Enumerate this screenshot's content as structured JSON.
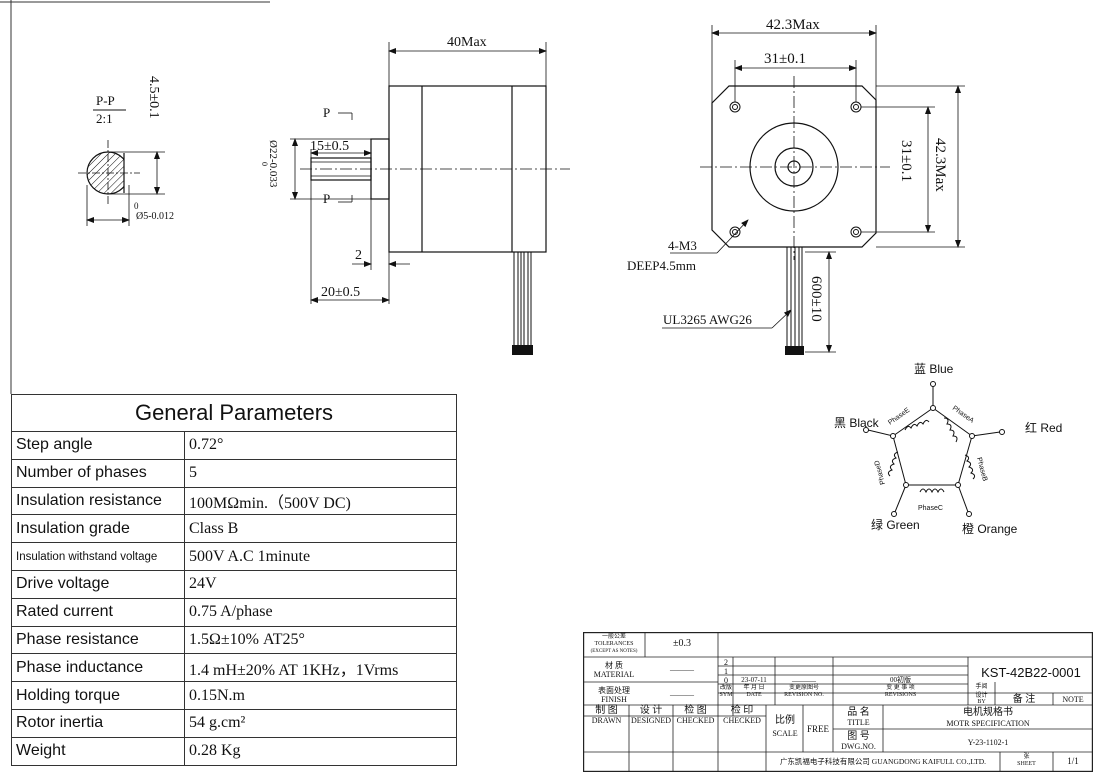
{
  "drawing": {
    "section": {
      "label": "P-P",
      "scale": "2:1",
      "flat_dim": "4.5±0.1",
      "dia_tol": "0",
      "dia_dim": "Ø5-0.012"
    },
    "side": {
      "body_len": "40Max",
      "shaft_len": "15±0.5",
      "pilot_dia": "Ø22-0.033",
      "pilot_tol": "0",
      "pilot_h": "2",
      "shaft_total": "20±0.5",
      "cut_p": "P"
    },
    "front": {
      "width": "42.3Max",
      "hole_spacing": "31±0.1",
      "hole_spacing_v": "31±0.1",
      "height": "42.3Max",
      "thread": "4-M3",
      "depth": "DEEP4.5mm",
      "cable": "UL3265 AWG26",
      "lead_len": "600±10"
    },
    "wiring": {
      "blue": "蓝 Blue",
      "red": "红 Red",
      "black": "黑 Black",
      "green": "绿 Green",
      "orange": "橙 Orange",
      "phaseA": "PhaseA",
      "phaseB": "PhaseB",
      "phaseC": "PhaseC",
      "phaseD": "PhaseD",
      "phaseE": "PhaseE"
    }
  },
  "params": {
    "title": "General Parameters",
    "rows": [
      {
        "key": "Step angle",
        "value": "0.72°"
      },
      {
        "key": "Number of phases",
        "value": "5"
      },
      {
        "key": "Insulation resistance",
        "value": "100MΩmin.（500V DC)"
      },
      {
        "key": "Insulation grade",
        "value": "Class B"
      },
      {
        "key": "Insulation withstand voltage",
        "value": "500V A.C 1minute"
      },
      {
        "key": "Drive voltage",
        "value": "24V"
      },
      {
        "key": "Rated current",
        "value": "0.75 A/phase"
      },
      {
        "key": "Phase resistance",
        "value": "1.5Ω±10%  AT25°"
      },
      {
        "key": "Phase inductance",
        "value": "1.4 mH±20%  AT 1KHz，1Vrms"
      },
      {
        "key": "Holding torque",
        "value": "0.15N.m"
      },
      {
        "key": "Rotor inertia",
        "value": "54 g.cm²"
      },
      {
        "key": "Weight",
        "value": "0.28 Kg"
      }
    ]
  },
  "title_block": {
    "tol_cn": "一般公差",
    "tol_en": "TOLERANCES",
    "tol_note": "(EXCEPT AS NOTES)",
    "tol_val": "±0.3",
    "mat_cn": "材 质",
    "mat_en": "MATERIAL",
    "fin_cn": "表面处理",
    "fin_en": "FINISH",
    "dash": "———",
    "rev2": "2",
    "rev1": "1",
    "rev0": "0",
    "rev_date": "23-07-11",
    "rev_desc": "00初版",
    "sym_h": "改版",
    "sym_en": "SYM",
    "date_h": "年 月 日",
    "date_en": "DATE",
    "revno_h": "变更原图号",
    "revno_en": "REVISION NO.",
    "revs_h": "变 更 事 项",
    "revs_en": "REVISIONS",
    "by_cn": "手阅",
    "by_h": "设计",
    "by_en": "BY",
    "drawn_cn": "制 图",
    "drawn_en": "DRAWN",
    "des_cn": "设 计",
    "des_en": "DESIGNED",
    "chk_cn": "检 图",
    "chk_en": "CHECKED",
    "chk2_cn": "检 印",
    "chk2_en": "CHECKED",
    "scale_cn": "比例",
    "scale_en": "SCALE",
    "scale_val": "FREE",
    "title_cn": "品 名",
    "title_en": "TITLE",
    "spec_cn": "电机规格书",
    "spec_en": "MOTR SPECIFICATION",
    "dwg_cn": "图 号",
    "dwg_en": "DWG.NO.",
    "dwg_no": "Y-23-1102-1",
    "part_no": "KST-42B22-0001",
    "note_cn": "备  注",
    "note_en": "NOTE",
    "company": "广东凯福电子科技有限公司 GUANGDONG KAIFULL CO.,LTD.",
    "sheet_cn": "张",
    "sheet_en": "SHEET",
    "sheet": "1/1"
  }
}
